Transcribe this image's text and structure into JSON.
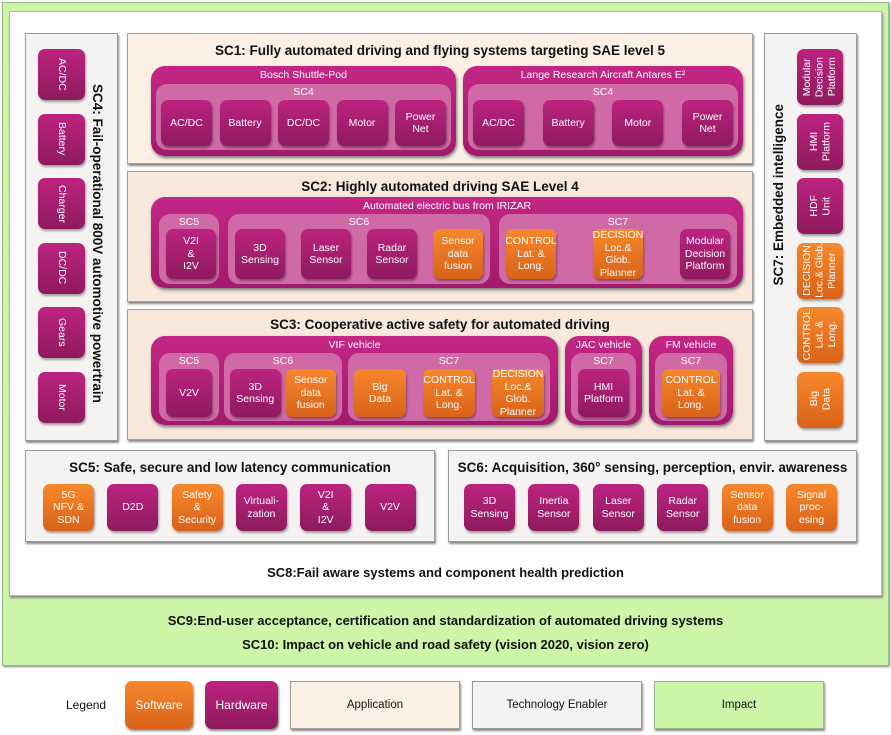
{
  "colors": {
    "software": "#f07a26",
    "hardware": "#b42079",
    "application": "#fcf0e4",
    "enabler": "#f4f3f1",
    "impact": "#ccf5a8"
  },
  "sc1": {
    "title": "SC1: Fully automated driving and flying systems targeting SAE level 5",
    "vehicles": [
      {
        "name": "Bosch Shuttle-Pod",
        "group": "SC4",
        "items": [
          "AC/DC",
          "Battery",
          "DC/DC",
          "Motor",
          "Power\nNet"
        ]
      },
      {
        "name": "Lange Research Aircraft  Antares E²",
        "group": "SC4",
        "items": [
          "AC/DC",
          "Battery",
          "Motor",
          "Power\nNet"
        ]
      }
    ]
  },
  "sc2": {
    "title": "SC2: Highly automated driving SAE Level 4",
    "vehicle": "Automated electric bus from IRIZAR",
    "groups": [
      {
        "name": "SC5",
        "items": [
          {
            "t": "V2I\n&\nI2V",
            "k": "hw"
          }
        ]
      },
      {
        "name": "SC6",
        "items": [
          {
            "t": "3D\nSensing",
            "k": "hw"
          },
          {
            "t": "Laser\nSensor",
            "k": "hw"
          },
          {
            "t": "Radar\nSensor",
            "k": "hw"
          },
          {
            "t": "Sensor\ndata\nfusion",
            "k": "sw"
          }
        ]
      },
      {
        "name": "SC7",
        "items": [
          {
            "t": "CONTROL\nLat. &\nLong.",
            "k": "sw"
          },
          {
            "t": "DECISION\nLoc.& Glob.\nPlanner",
            "k": "sw"
          },
          {
            "t": "Modular\nDecision\nPlatform",
            "k": "hw"
          }
        ]
      }
    ]
  },
  "sc3": {
    "title": "SC3: Cooperative  active safety for automated driving",
    "vehicles": [
      {
        "name": "VIF vehicle",
        "groups": [
          {
            "name": "SC5",
            "items": [
              {
                "t": "V2V",
                "k": "hw"
              }
            ]
          },
          {
            "name": "SC6",
            "items": [
              {
                "t": "3D\nSensing",
                "k": "hw"
              },
              {
                "t": "Sensor\ndata\nfusion",
                "k": "sw"
              }
            ]
          },
          {
            "name": "SC7",
            "items": [
              {
                "t": "Big\nData",
                "k": "sw"
              },
              {
                "t": "CONTROL\nLat. &\nLong.",
                "k": "sw"
              },
              {
                "t": "DECISION\nLoc.& Glob.\nPlanner",
                "k": "sw"
              }
            ]
          }
        ]
      },
      {
        "name": "JAC vehicle",
        "groups": [
          {
            "name": "SC7",
            "items": [
              {
                "t": "HMI\nPlatform",
                "k": "hw"
              }
            ]
          }
        ]
      },
      {
        "name": "FM vehicle",
        "groups": [
          {
            "name": "SC7",
            "items": [
              {
                "t": "CONTROL\nLat. &\nLong.",
                "k": "sw"
              }
            ]
          }
        ]
      }
    ]
  },
  "sc4": {
    "title": "SC4: Fail-operational 800V automotive powertrain",
    "items": [
      "AC/DC",
      "Battery",
      "Charger",
      "DC/DC",
      "Gears",
      "Motor"
    ]
  },
  "sc7": {
    "title": "SC7: Embedded intelligence",
    "items": [
      {
        "t": "Big\nData",
        "k": "sw"
      },
      {
        "t": "CONTROL\nLat. &\nLong.",
        "k": "sw"
      },
      {
        "t": "DECISION\nLoc.& Glob.\nPlanner",
        "k": "sw"
      },
      {
        "t": "HDF\nUnit",
        "k": "hw"
      },
      {
        "t": "HMI\nPlatform",
        "k": "hw"
      },
      {
        "t": "Modular\nDecision\nPlatform",
        "k": "hw"
      }
    ]
  },
  "sc5": {
    "title": "SC5: Safe, secure and low latency communication",
    "items": [
      {
        "t": "5G\nNFV &\nSDN",
        "k": "sw"
      },
      {
        "t": "D2D",
        "k": "hw"
      },
      {
        "t": "Safety\n&\nSecurity",
        "k": "sw"
      },
      {
        "t": "Virtuali-\nzation",
        "k": "hw"
      },
      {
        "t": "V2I\n&\nI2V",
        "k": "hw"
      },
      {
        "t": "V2V",
        "k": "hw"
      }
    ]
  },
  "sc6": {
    "title": "SC6: Acquisition, 360° sensing, perception, envir. awareness",
    "items": [
      {
        "t": "3D\nSensing",
        "k": "hw"
      },
      {
        "t": "Inertia\nSensor",
        "k": "hw"
      },
      {
        "t": "Laser\nSensor",
        "k": "hw"
      },
      {
        "t": "Radar\nSensor",
        "k": "hw"
      },
      {
        "t": "Sensor\ndata\nfusion",
        "k": "sw"
      },
      {
        "t": "Signal\nproc-\nesing",
        "k": "sw"
      }
    ]
  },
  "sc8": {
    "title": "SC8:Fail aware systems and component health prediction"
  },
  "sc9": {
    "title": "SC9:End-user acceptance, certification and standardization of automated driving systems"
  },
  "sc10": {
    "title": "SC10: Impact on vehicle and road safety (vision 2020, vision zero)"
  },
  "legend": {
    "label": "Legend",
    "software": "Software",
    "hardware": "Hardware",
    "application": "Application",
    "enabler": "Technology Enabler",
    "impact": "Impact"
  }
}
